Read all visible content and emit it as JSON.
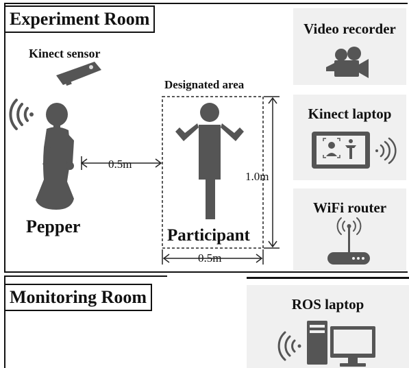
{
  "experiment_room": {
    "title": "Experiment Room",
    "kinect_sensor_label": "Kinect sensor",
    "designated_area_label": "Designated area",
    "robot_label": "Pepper",
    "participant_label": "Participant",
    "distance_robot_area": "0.5m",
    "area_height": "1.0m",
    "area_width": "0.5m"
  },
  "side_panels": {
    "video_recorder": "Video recorder",
    "kinect_laptop": "Kinect laptop",
    "wifi_router": "WiFi router"
  },
  "monitoring_room": {
    "title": "Monitoring Room",
    "ros_laptop": "ROS laptop"
  },
  "colors": {
    "icon": "#555555",
    "panel_bg": "#f0f0f0",
    "border": "#111111"
  }
}
